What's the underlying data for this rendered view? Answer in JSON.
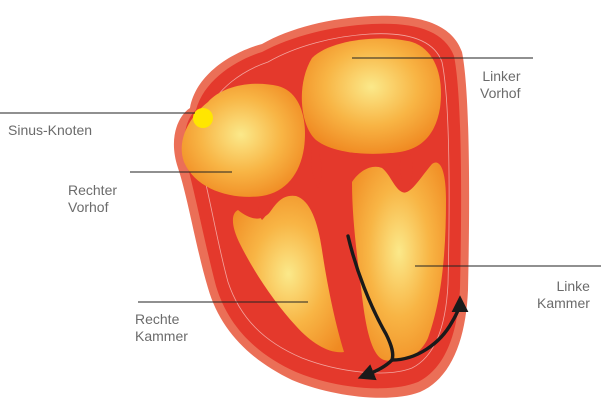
{
  "labels": {
    "sinus_knoten": "Sinus-Knoten",
    "rechter_vorhof_1": "Rechter",
    "rechter_vorhof_2": "Vorhof",
    "linker_vorhof_1": "Linker",
    "linker_vorhof_2": "Vorhof",
    "rechte_kammer_1": "Rechte",
    "rechte_kammer_2": "Kammer",
    "linke_kammer_1": "Linke",
    "linke_kammer_2": "Kammer"
  },
  "colors": {
    "outer_wall": "#e8604a",
    "muscle": "#e4392c",
    "chamber_center": "#fbe98a",
    "chamber_mid": "#f8b545",
    "chamber_edge": "#f08a22",
    "sinus_node": "#ffe600",
    "label_text": "#6b6b6b",
    "leader_line": "#222222",
    "signal_path": "#1a1a1a"
  }
}
